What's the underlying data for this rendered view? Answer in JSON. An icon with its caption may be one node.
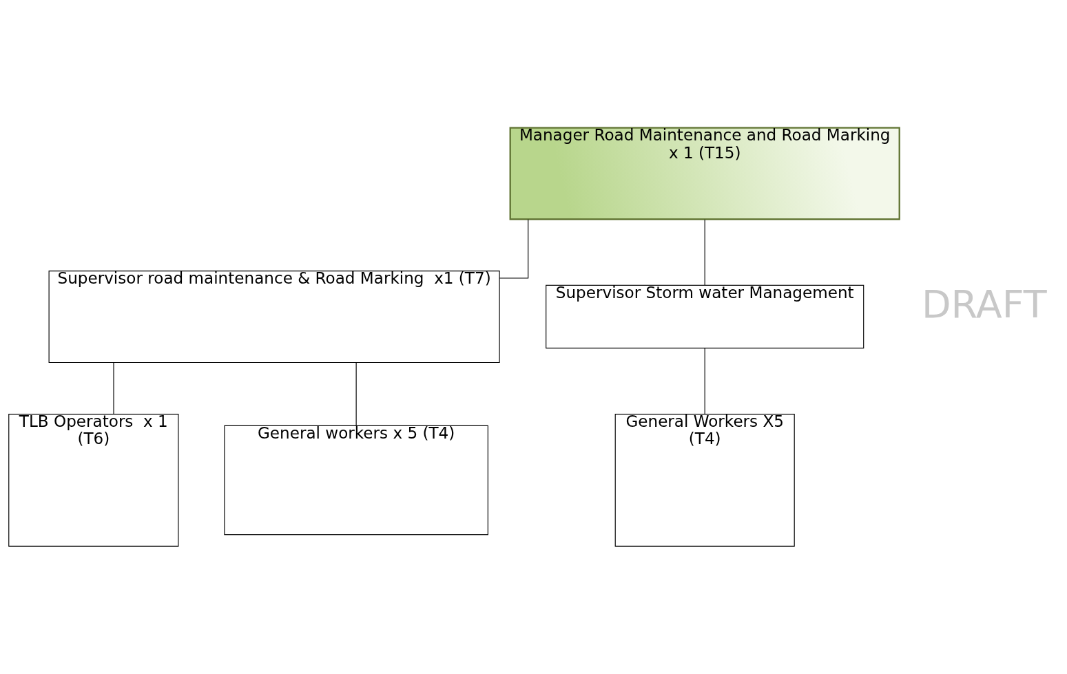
{
  "diagram": {
    "nodes": [
      {
        "text": [
          "Manager Road Maintenance and Road Marking",
          "x 1 (T15)"
        ]
      },
      {
        "text": [
          "Supervisor road maintenance & Road Marking  x1 (T7)"
        ]
      },
      {
        "text": [
          "Supervisor Storm water Management"
        ]
      },
      {
        "text": [
          "TLB Operators  x 1",
          "(T6)"
        ]
      },
      {
        "text": [
          "General workers x 5 (T4)"
        ]
      },
      {
        "text": [
          "General Workers X5",
          "(T4)"
        ]
      }
    ],
    "edges": [
      {
        "from": 0,
        "to": 1,
        "arrow": "none"
      },
      {
        "from": 0,
        "to": 2,
        "arrow": "none"
      },
      {
        "from": 1,
        "to": 3,
        "arrow": "none"
      },
      {
        "from": 1,
        "to": 4,
        "arrow": "none"
      },
      {
        "from": 2,
        "to": 5,
        "arrow": "none"
      }
    ],
    "labels": [
      "DRAFT"
    ]
  }
}
